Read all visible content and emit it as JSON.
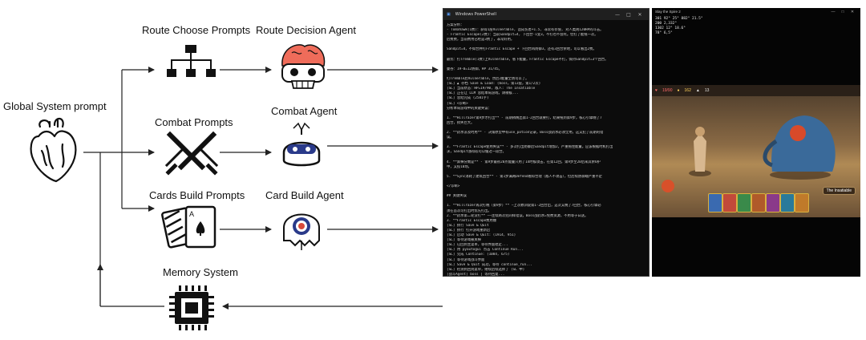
{
  "labels": {
    "global_system_prompt": "Global System prompt",
    "route_choose_prompts": "Route Choose Prompts",
    "route_decision_agent": "Route Decision Agent",
    "combat_prompts": "Combat Prompts",
    "combat_agent": "Combat Agent",
    "cards_build_prompts": "Cards Build Prompts",
    "card_build_agent": "Card Build Agent",
    "memory_system": "Memory System"
  },
  "icons": {
    "global": "anatomical-heart-icon",
    "route_prompts": "hierarchy-tree-icon",
    "route_agent": "zombie-brain-robot-icon",
    "combat_prompts": "crossed-swords-icon",
    "combat_agent": "robot-head-icon",
    "cards_prompts": "playing-cards-icon",
    "card_agent": "target-ghost-robot-icon",
    "memory": "cpu-chip-icon"
  },
  "terminal": {
    "title": "Windows PowerShell",
    "lines": [
      "方案分析：",
      "- Tomahawk(1费)：获得1层Vulnerable, 造成伤害+1.5, 非常有价值, 对人类则120HP的斗志。",
      "- Frantic Escape(2费)：当前Sandpit=4, 下回合-1变3。不打也不会死。但打了能拖一次。",
      "后费费，当前费用已经是3费了，非常好用。",
      "",
      "Sandpit=4，不如合并打Frantic Escape + 下回合再防御3，还有3回合余地，可以看出2费。",
      "",
      "最优：打Tremble(1费)上Vulnerable，省下能量，Frantic Escape不打，保持Sandpit=3个回合。",
      "",
      "曼谷：19-0=12防御，HP 31/45。",
      "",
      "打Tremble后Vulnerable，然后2能量全防可以了。",
      "[SL] ▲ 存档 Save & Load: (boss，第13层，第1/2次)",
      "[SL] 当前状态：HP=19/90, 敌人: The Insatiable",
      "[SL] 正在让 LLM 总结本局游戏，请稍候...",
      "[SL] 总结完成 (2581字)",
      "[SL] <诊断>",
      "分析本局游戏中的关键失误：",
      "",
      "1. **Hillrazer第9步才打出** - 前期稍晚出第1-2回合就要打，结果拖到第9步，核心引擎晚了7",
      "回合，损失巨大。",
      "",
      "2. **药水没及时用** - 决策原型中有use_potion记录，Boss战药水必须全用，这又犯了前期的错",
      "误。",
      "",
      "3. **Frantic Escape使用失误** - 多次打出防御后Sandpit增加2，严重拖住能量。应该根据时机打出",
      "求，Sandpit涨得较可以缓过一段合。",
      "",
      "4. **卸掉分数是** - 第9步最初20点能量只用了14时候攻击，在第12回，第9步至20后来其余6护",
      "甲，又投10场。",
      "",
      "5. **Sync消耗了建筑回合** - 第1步满两Defend看似合理（敌人不攻击），但后续防御端严重不足",
      "",
      "</诊断>",
      "",
      "## 关键失误",
      "",
      "1. **Hillrazer再次打晚（第9步）** —上次教训说第1-2回合出，这次又晚了7回合，核心引擎必",
      "须在首次可打出时优先打出。",
      "2. **药水第二轮没打** ——连续两次犯同样错误，Boss战药水=免费资源，不用等于白送。",
      "3. **Frantic Escape费用爆",
      "[SL] 执行 Save & Quit",
      "[SL] 执行 打开游戏重新启",
      "[SL] 启动 Save & Quit: (1914, 951)",
      "[SL] 等待游戏被关掉",
      "[SL] 已回到主菜单，等待界面稳定...",
      "[SL] 用 pyautogui 点击 Continue Run...",
      "[SL] 完成 Continue: (1084, 675)",
      "[SL] 等待游戏战斗界面",
      "[SL] Save & Quit 成功，等待 continue_run...",
      "[SL] 检测到回到菜单，继续后续选择了 (SL 中)",
      "[战斗Agent] boss | 等待回复..."
    ]
  },
  "game": {
    "title": "Slay the Spire 2",
    "stats": [
      "301   92°  25°  882°  21.5°",
      "200 2,332°",
      "1302  12° 18.6°",
      "78°  6,5°"
    ],
    "hp": "19/90",
    "gold": "162",
    "floor": "13",
    "enemy_name": "The Insatiable",
    "card_colors": [
      "#3a6ab0",
      "#c24a3a",
      "#3a8a4a",
      "#b05a2a",
      "#8a3a8a",
      "#2a7a9a",
      "#c07a2a"
    ]
  }
}
